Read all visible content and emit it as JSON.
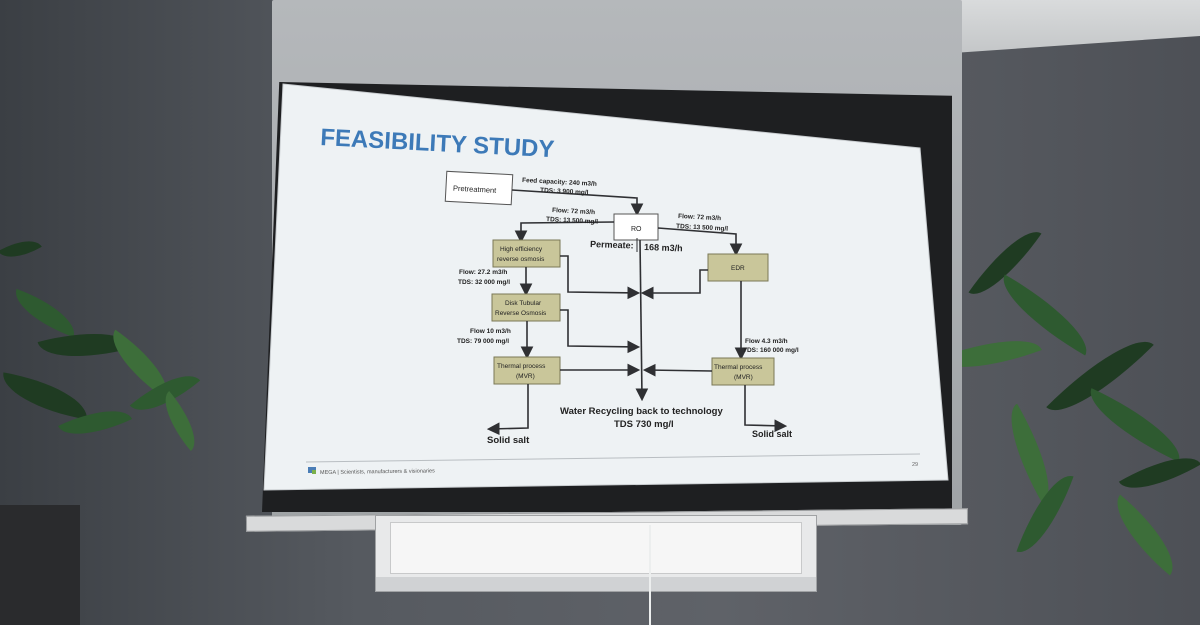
{
  "slide": {
    "title": "FEASIBILITY STUDY",
    "boxes": {
      "pretreatment": "Pretreatment",
      "ro": "RO",
      "hero_line1": "High efficiency",
      "hero_line2": "reverse osmosis",
      "dtro_line1": "Disk Tubular",
      "dtro_line2": "Reverse Osmosis",
      "thermal_left_line1": "Thermal process",
      "thermal_left_line2": "(MVR)",
      "edr": "EDR",
      "thermal_right_line1": "Thermal process",
      "thermal_right_line2": "(MVR)"
    },
    "labels": {
      "feed_line1": "Feed capacity: 240 m3/h",
      "feed_line2": "TDS: 3 900 mg/l",
      "flow_left_line1": "Flow: 72 m3/h",
      "flow_left_line2": "TDS: 13 500 mg/l",
      "flow_right_line1": "Flow: 72 m3/h",
      "flow_right_line2": "TDS: 13 500 mg/l",
      "permeate": "Permeate:",
      "permeate_value": "168 m3/h",
      "flow_27_line1": "Flow: 27.2 m3/h",
      "flow_27_line2": "TDS: 32 000 mg/l",
      "flow_10_line1": "Flow 10 m3/h",
      "flow_10_line2": "TDS: 79 000 mg/l",
      "flow_43_line1": "Flow 4.3 m3/h",
      "flow_43_line2": "TDS: 160 000 mg/l",
      "recycling_line1": "Water Recycling back to technology",
      "recycling_line2": "TDS 730 mg/l",
      "solid_salt_left": "Solid salt",
      "solid_salt_right": "Solid salt"
    },
    "footer": "MEGA | Scientists, manufacturers & visionaries",
    "page_number": "29"
  },
  "colors": {
    "title": "#3d7ab8",
    "process_box": "#c9c69a",
    "slide_bg": "#eef2f4"
  }
}
